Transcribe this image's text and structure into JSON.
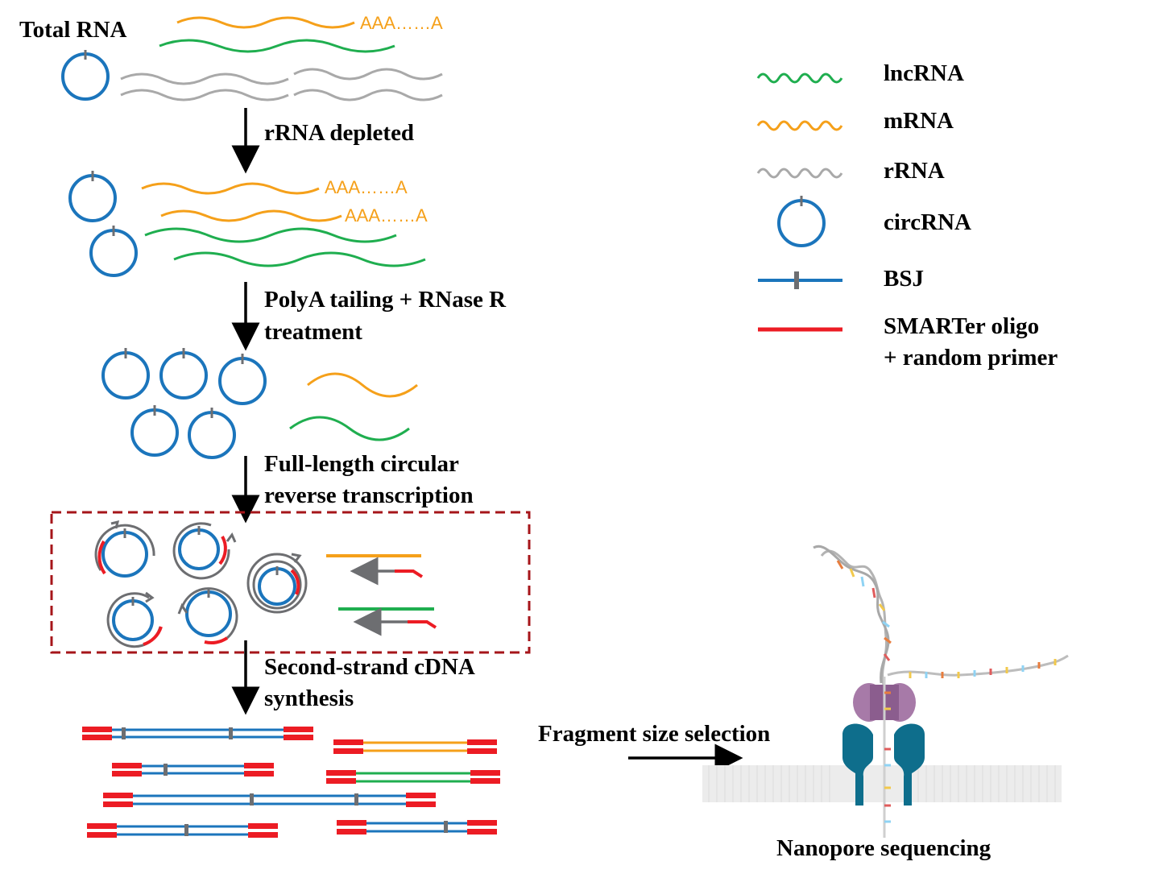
{
  "steps": {
    "total_rna": "Total RNA",
    "rrna_depleted": "rRNA depleted",
    "polya_line1": "PolyA tailing + RNase R",
    "polya_line2": "treatment",
    "rt_line1": "Full-length circular",
    "rt_line2": "reverse transcription",
    "second_line1": "Second-strand cDNA",
    "second_line2": "synthesis",
    "fragment": "Fragment size selection",
    "nanopore": "Nanopore sequencing"
  },
  "polya_tail": "AAA……A",
  "legend": {
    "lncrna": "lncRNA",
    "mrna": "mRNA",
    "rrna": "rRNA",
    "circrna": "circRNA",
    "bsj": "BSJ",
    "smarter_line1": "SMARTer oligo",
    "smarter_line2": "+ random primer"
  },
  "colors": {
    "lncrna": "#1fae4f",
    "mrna": "#f5a01a",
    "rrna": "#a9a9a9",
    "circrna": "#1b75bc",
    "bsj": "#6d6e71",
    "smarter": "#ec1c24",
    "box": "#a6151a"
  }
}
